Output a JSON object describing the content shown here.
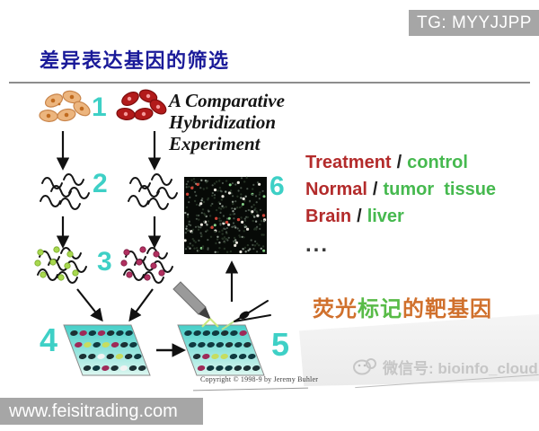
{
  "page": {
    "tg_badge": "TG: MYYJJPP",
    "slide_title": "差异表达基因的筛选",
    "footer_url": "www.feisitrading.com",
    "watermark_text": "微信号: bioinfo_cloud"
  },
  "experiment": {
    "title_line1": "A Comparative",
    "title_line2": "Hybridization",
    "title_line3": "Experiment",
    "copyright": "Copyright © 1998-9 by Jeremy Buhler",
    "steps": {
      "s1": "1",
      "s2": "2",
      "s3": "3",
      "s4": "4",
      "s5": "5",
      "s6": "6"
    }
  },
  "comparisons": {
    "slash": "/",
    "rows": [
      {
        "left": "Treatment",
        "right": "control"
      },
      {
        "left": "Normal",
        "right": "tumor  tissue"
      },
      {
        "left": "Brain",
        "right": "liver"
      }
    ],
    "more": "..."
  },
  "caption": {
    "fluor": "荧光",
    "label": "标记",
    "rest": "的靶基因"
  },
  "colors": {
    "accent_cyan": "#3ed0c6",
    "title_navy": "#1a1a99",
    "red_term": "#b32b2b",
    "green_term": "#46b94f",
    "orange_caption": "#d0702c",
    "green_caption": "#58bb47",
    "badge_gray": "#a6a6a6",
    "slide_fill_top": "#45cfc8",
    "slide_fill_bottom": "#ddf7f0",
    "array_background": "#070a07"
  }
}
